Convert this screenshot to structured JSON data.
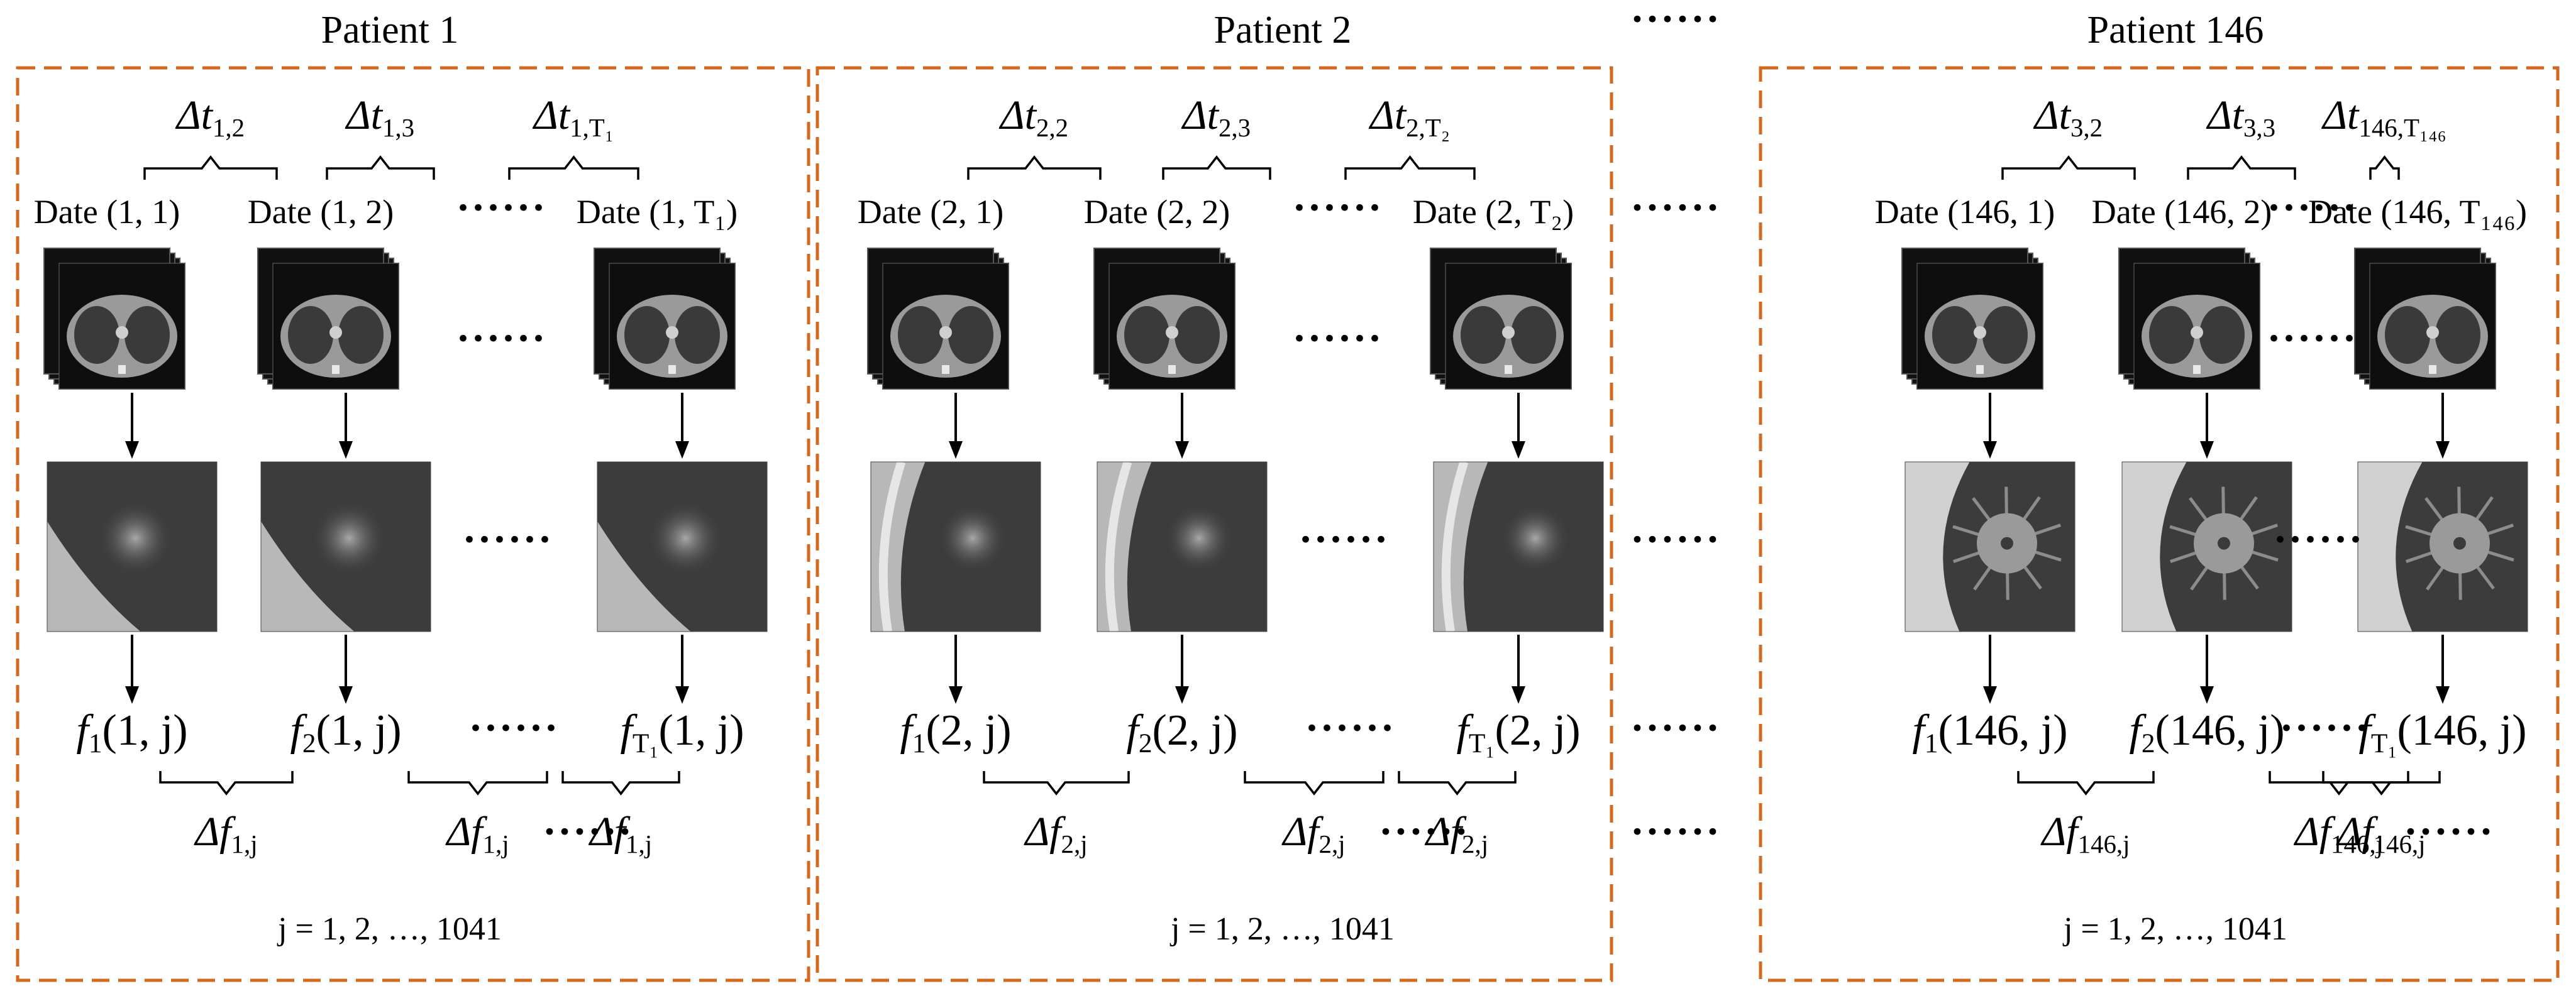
{
  "separator_dots": "······",
  "patients": [
    {
      "title": "Patient 1",
      "deltas_t": [
        {
          "main": "Δt",
          "sub": "1,2"
        },
        {
          "main": "Δt",
          "sub": "1,3"
        },
        {
          "main": "Δt",
          "sub": "1,T₁"
        }
      ],
      "dates": [
        "Date (1, 1)",
        "Date (1, 2)",
        "Date (1, T₁)"
      ],
      "features": [
        {
          "f": "f",
          "sub": "1",
          "args": "(1, j)"
        },
        {
          "f": "f",
          "sub": "2",
          "args": "(1, j)"
        },
        {
          "f": "f",
          "sub": "T₁",
          "args": "(1, j)"
        }
      ],
      "deltas_f": [
        {
          "main": "Δf",
          "sub": "1,j"
        },
        {
          "main": "Δf",
          "sub": "1,j"
        },
        {
          "main": "Δf",
          "sub": "1,j"
        }
      ],
      "jrange": "j = 1, 2, …, 1041",
      "lesion": "nodule-edge"
    },
    {
      "title": "Patient 2",
      "deltas_t": [
        {
          "main": "Δt",
          "sub": "2,2"
        },
        {
          "main": "Δt",
          "sub": "2,3"
        },
        {
          "main": "Δt",
          "sub": "2,T₂"
        }
      ],
      "dates": [
        "Date (2, 1)",
        "Date (2, 2)",
        "Date (2, T₂)"
      ],
      "features": [
        {
          "f": "f",
          "sub": "1",
          "args": "(2, j)"
        },
        {
          "f": "f",
          "sub": "2",
          "args": "(2, j)"
        },
        {
          "f": "f",
          "sub": "T₁",
          "args": "(2, j)"
        }
      ],
      "deltas_f": [
        {
          "main": "Δf",
          "sub": "2,j"
        },
        {
          "main": "Δf",
          "sub": "2,j"
        },
        {
          "main": "Δf",
          "sub": "2,j"
        }
      ],
      "jrange": "j = 1, 2, …, 1041",
      "lesion": "nodule-rib"
    },
    {
      "title": "Patient 146",
      "deltas_t": [
        {
          "main": "Δt",
          "sub": "3,2"
        },
        {
          "main": "Δt",
          "sub": "3,3"
        },
        {
          "main": "Δt",
          "sub": "146,T₁₄₆"
        }
      ],
      "dates": [
        "Date (146, 1)",
        "Date (146, 2)",
        "Date (146, T₁₄₆)"
      ],
      "features": [
        {
          "f": "f",
          "sub": "1",
          "args": "(146, j)"
        },
        {
          "f": "f",
          "sub": "2",
          "args": "(146, j)"
        },
        {
          "f": "f",
          "sub": "T₁",
          "args": "(146, j)"
        }
      ],
      "deltas_f": [
        {
          "main": "Δf",
          "sub": "146,j"
        },
        {
          "main": "Δf",
          "sub": "146,j"
        },
        {
          "main": "Δf",
          "sub": "146,j"
        }
      ],
      "jrange": "j = 1, 2, …, 1041",
      "lesion": "spiculated-nodule"
    }
  ],
  "colors": {
    "frame": "#d2691e",
    "ct_body": "#9a9a9a",
    "ct_lung": "#3a3a3a",
    "lesion_bg": "#3c3c3c",
    "lesion_light": "#b8b8b8"
  }
}
